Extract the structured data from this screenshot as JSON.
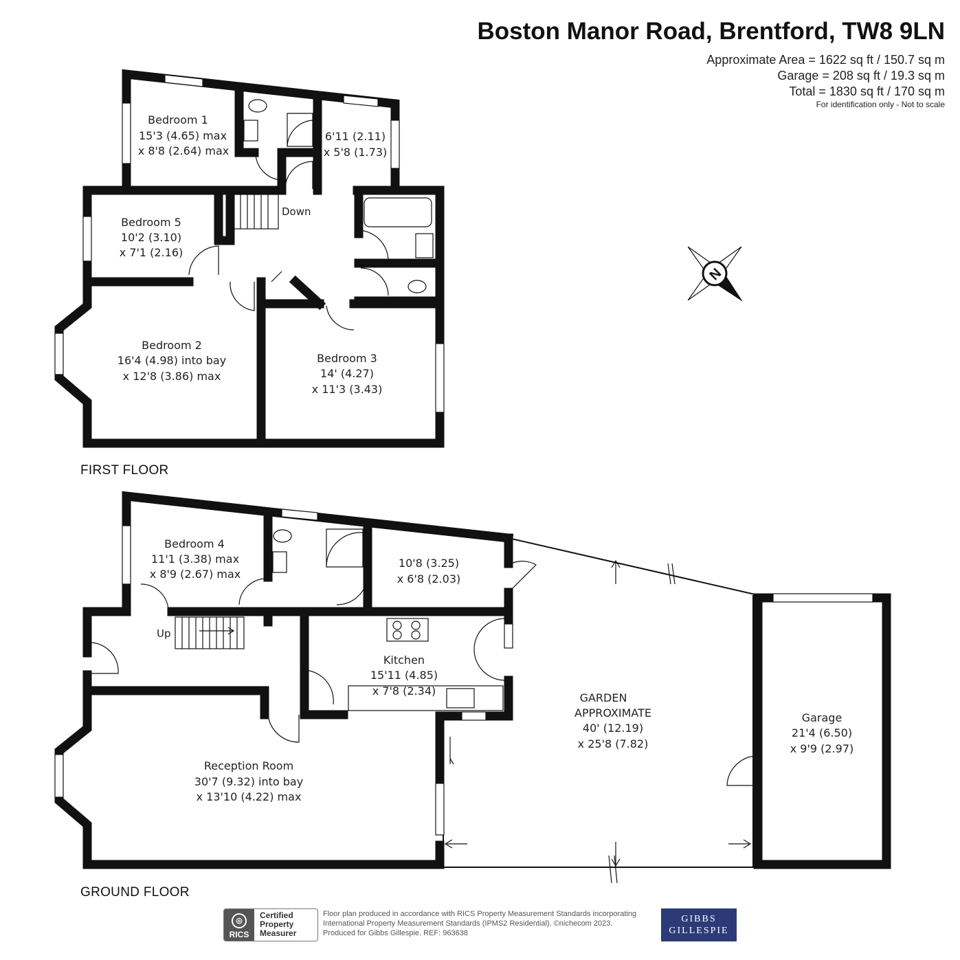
{
  "header": {
    "title": "Boston Manor Road, Brentford, TW8 9LN",
    "area_line": "Approximate Area = 1622 sq ft / 150.7 sq m",
    "garage_line": "Garage = 208 sq ft / 19.3 sq m",
    "total_line": "Total = 1830 sq ft / 170 sq m",
    "note": "For identification only - Not to scale"
  },
  "first_floor": {
    "label": "FIRST FLOOR",
    "rooms": {
      "bedroom1": {
        "name": "Bedroom 1",
        "dim1": "15'3 (4.65) max",
        "dim2": "x 8'8 (2.64) max"
      },
      "study": {
        "dim1": "6'11 (2.11)",
        "dim2": "x 5'8 (1.73)"
      },
      "bedroom5": {
        "name": "Bedroom 5",
        "dim1": "10'2 (3.10)",
        "dim2": "x 7'1 (2.16)"
      },
      "bedroom2": {
        "name": "Bedroom 2",
        "dim1": "16'4 (4.98) into bay",
        "dim2": "x 12'8 (3.86) max"
      },
      "bedroom3": {
        "name": "Bedroom 3",
        "dim1": "14' (4.27)",
        "dim2": "x 11'3 (3.43)"
      }
    },
    "stairs_label": "Down"
  },
  "ground_floor": {
    "label": "GROUND FLOOR",
    "rooms": {
      "bedroom4": {
        "name": "Bedroom 4",
        "dim1": "11'1 (3.38) max",
        "dim2": "x 8'9 (2.67) max"
      },
      "utility": {
        "dim1": "10'8 (3.25)",
        "dim2": "x 6'8 (2.03)"
      },
      "kitchen": {
        "name": "Kitchen",
        "dim1": "15'11 (4.85)",
        "dim2": "x 7'8 (2.34)"
      },
      "reception": {
        "name": "Reception Room",
        "dim1": "30'7 (9.32) into bay",
        "dim2": "x 13'10 (4.22) max"
      },
      "garden": {
        "name1": "GARDEN",
        "name2": "APPROXIMATE",
        "dim1": "40' (12.19)",
        "dim2": "x 25'8 (7.82)"
      },
      "garage": {
        "name": "Garage",
        "dim1": "21'4 (6.50)",
        "dim2": "x 9'9 (2.97)"
      }
    },
    "stairs_label": "Up"
  },
  "compass": {
    "label": "N"
  },
  "footer": {
    "rics_badge": "RICS",
    "rics_line1": "Certified",
    "rics_line2": "Property",
    "rics_line3": "Measurer",
    "legal_line1": "Floor plan produced in accordance with RICS Property Measurement Standards incorporating",
    "legal_line2": "International Property Measurement Standards (IPMS2 Residential).  ©nichecom 2023.",
    "legal_line3": "Produced for Gibbs Gillespie.   REF:  963638",
    "brand_line1": "GIBBS",
    "brand_line2": "GILLESPIE"
  },
  "colors": {
    "wall": "#111111",
    "window": "#ffffff",
    "text": "#222222",
    "brand": "#2c3b78"
  }
}
